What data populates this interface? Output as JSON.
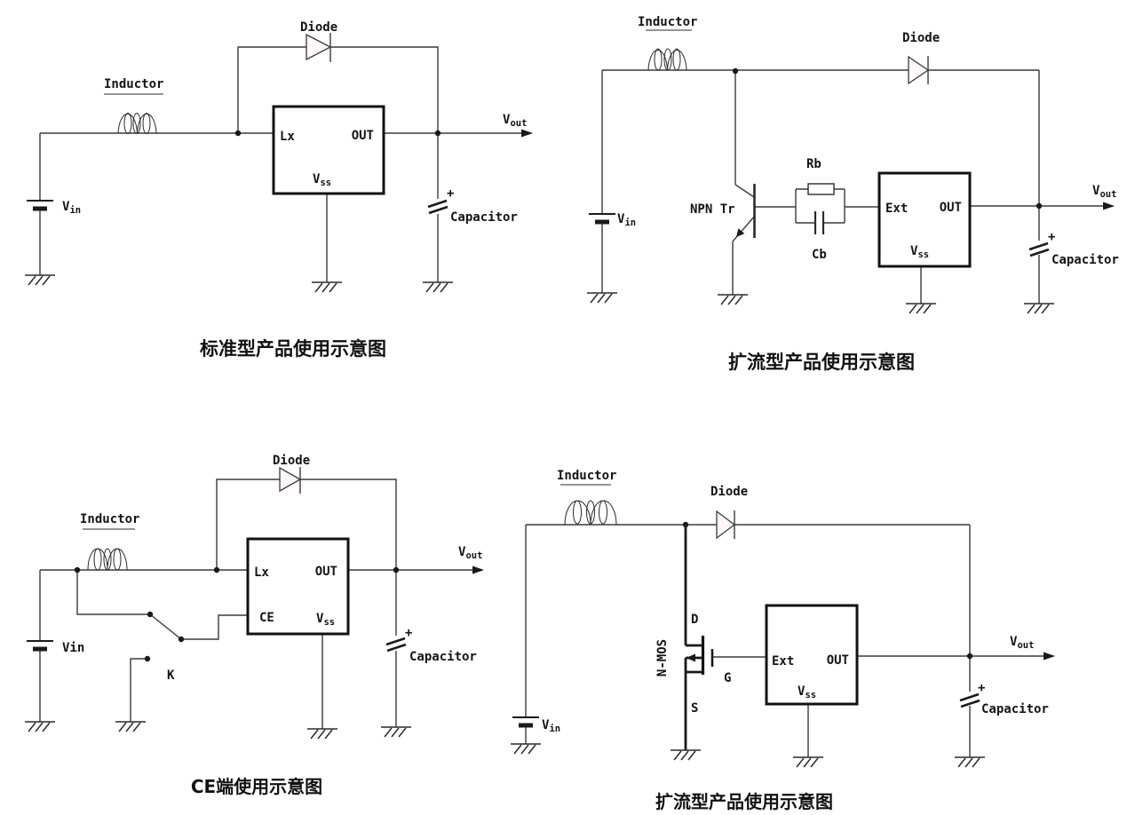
{
  "page": {
    "background": "#ffffff",
    "line_color": "#3a3a3a"
  },
  "standard": {
    "caption": "标准型产品使用示意图",
    "inductor": "Inductor",
    "diode": "Diode",
    "vin_base": "V",
    "vin_sub": "in",
    "vout_base": "V",
    "vout_sub": "out",
    "pin_lx": "Lx",
    "pin_out": "OUT",
    "vss_base": "V",
    "vss_sub": "ss",
    "cap_plus": "+",
    "capacitor": "Capacitor"
  },
  "npn": {
    "caption": "扩流型产品使用示意图",
    "inductor": "Inductor",
    "diode": "Diode",
    "vin_base": "V",
    "vin_sub": "in",
    "vout_base": "V",
    "vout_sub": "out",
    "transistor": "NPN Tr",
    "rb": "Rb",
    "cb": "Cb",
    "pin_ext": "Ext",
    "pin_out": "OUT",
    "vss_base": "V",
    "vss_sub": "ss",
    "cap_plus": "+",
    "capacitor": "Capacitor"
  },
  "ce": {
    "caption": "CE端使用示意图",
    "inductor": "Inductor",
    "diode": "Diode",
    "vin": "Vin",
    "vout_base": "V",
    "vout_sub": "out",
    "pin_lx": "Lx",
    "pin_out": "OUT",
    "pin_ce": "CE",
    "vss_base": "V",
    "vss_sub": "ss",
    "switch_k": "K",
    "cap_plus": "+",
    "capacitor": "Capacitor"
  },
  "nmos": {
    "caption": "扩流型产品使用示意图",
    "inductor": "Inductor",
    "diode": "Diode",
    "vin_base": "V",
    "vin_sub": "in",
    "vout_base": "V",
    "vout_sub": "out",
    "transistor": "N-MOS",
    "pin_d": "D",
    "pin_g": "G",
    "pin_s": "S",
    "pin_ext": "Ext",
    "pin_out": "OUT",
    "vss_base": "V",
    "vss_sub": "ss",
    "cap_plus": "+",
    "capacitor": "Capacitor"
  }
}
